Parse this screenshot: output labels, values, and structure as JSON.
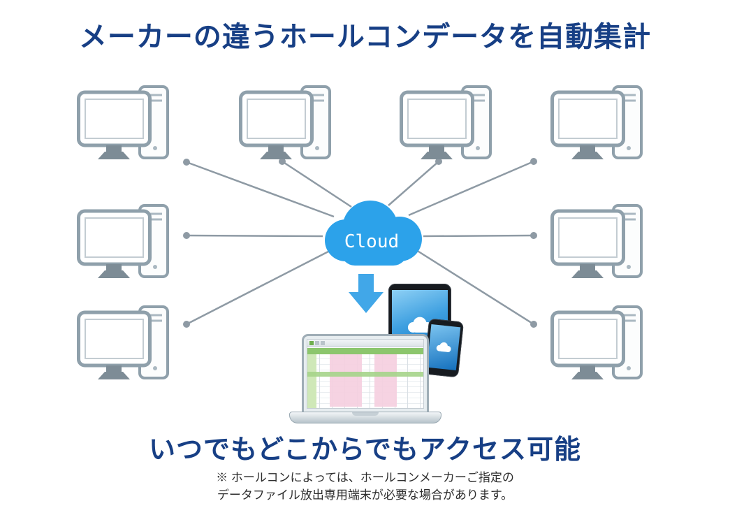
{
  "title": "メーカーの違うホールコンデータを自動集計",
  "cloud": {
    "label": "Cloud"
  },
  "bottom_title": "いつでもどこからでもアクセス可能",
  "footnote": {
    "line1": "※ ホールコンによっては、ホールコンメーカーご指定の",
    "line2": "データファイル放出専用端末が必要な場合があります。"
  },
  "icons": {
    "desktop_computer": "desktop-computer-icon",
    "cloud": "cloud-icon",
    "down_arrow": "down-arrow-icon",
    "tablet": "tablet-icon",
    "smartphone": "smartphone-icon",
    "laptop": "laptop-spreadsheet-icon"
  },
  "colors": {
    "title": "#173f85",
    "cloud": "#2ca2ea",
    "arrow": "#41a7e8",
    "line": "#8e9aa4"
  }
}
